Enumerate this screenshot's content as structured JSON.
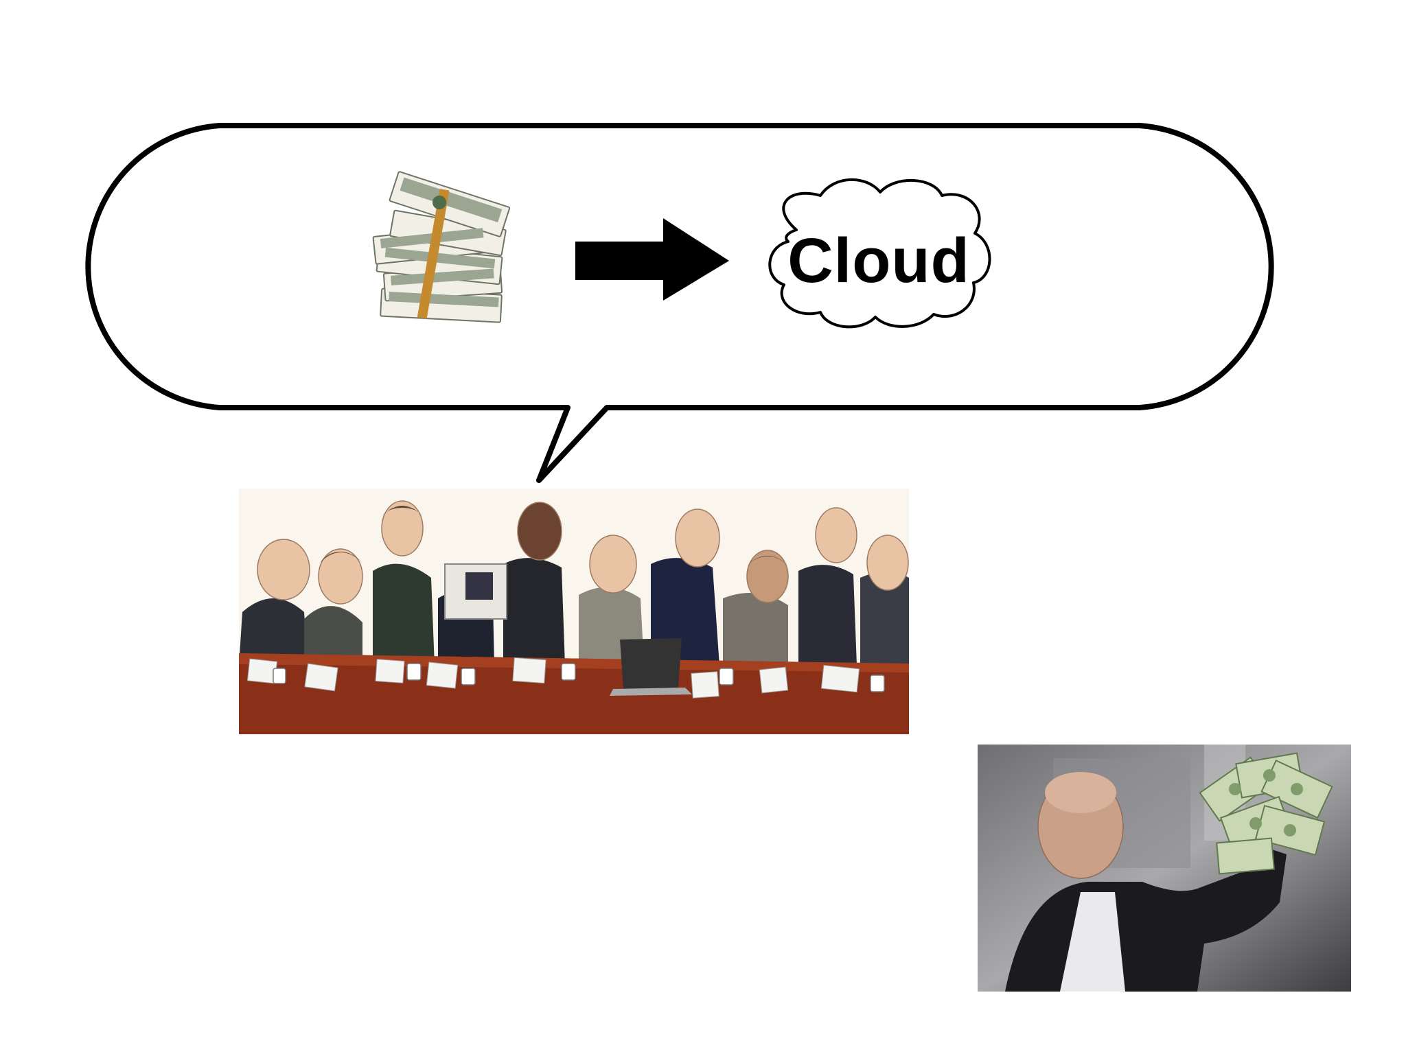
{
  "diagram": {
    "cloud_label": "Cloud",
    "money_icon": "cash-stack-icon",
    "arrow_icon": "right-arrow-icon",
    "board_image": "board-members-illustration",
    "founder_image": "founder-holding-cash-photo",
    "bubble_color": "#000000",
    "table_color": "#8a3018"
  }
}
